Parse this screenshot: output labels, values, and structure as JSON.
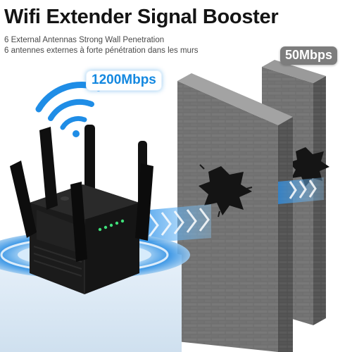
{
  "header": {
    "title": "Wifi Extender Signal Booster",
    "subtitle_en": "6 External Antennas Strong Wall Penetration",
    "subtitle_fr": "6 antennes externes à forte pénétration dans les murs"
  },
  "badges": {
    "speed_high": "1200Mbps",
    "speed_low": "50Mbps"
  },
  "product": {
    "antenna_count": 6,
    "led_count": 5
  },
  "colors": {
    "accent_blue": "#1488e0",
    "beam_blue": "#3aa0ee",
    "device_black": "#1b1b1b",
    "brick_gray": "#6f6f6f",
    "badge_gray": "#7d7d7d"
  }
}
